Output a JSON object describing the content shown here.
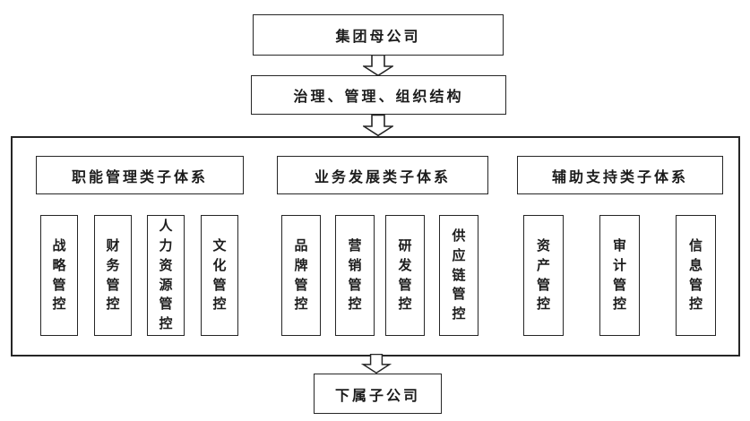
{
  "top_box": {
    "label": "集团母公司"
  },
  "structure_box": {
    "label": "治理、管理、组织结构"
  },
  "groups": [
    {
      "header": "职能管理类子体系",
      "items": [
        "战略管控",
        "财务管控",
        "人力资源管控",
        "文化管控"
      ]
    },
    {
      "header": "业务发展类子体系",
      "items": [
        "品牌管控",
        "营销管控",
        "研发管控",
        "供应链管控"
      ]
    },
    {
      "header": "辅助支持类子体系",
      "items": [
        "资产管控",
        "审计管控",
        "信息管控"
      ]
    }
  ],
  "bottom_box": {
    "label": "下属子公司"
  },
  "icons": {
    "down_arrow": "hollow-block-down-arrow"
  },
  "colors": {
    "border": "#262626",
    "background": "#ffffff",
    "text": "#1c1c1c"
  }
}
